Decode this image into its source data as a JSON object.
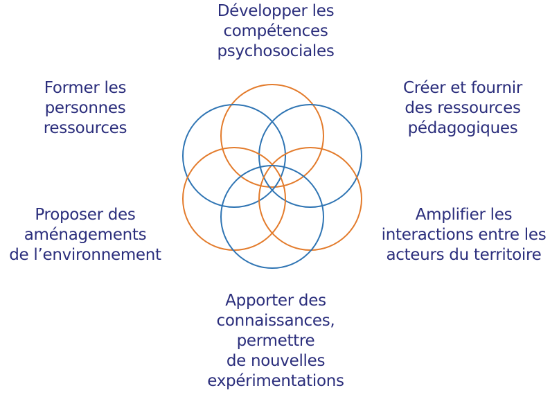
{
  "colors": {
    "text": "#2b2e7c",
    "blue": "#2e74b3",
    "orange": "#e37b2b"
  },
  "labels": {
    "top": [
      "Développer les",
      "compétences",
      "psychosociales"
    ],
    "upper_left": [
      "Former les",
      "personnes",
      "ressources"
    ],
    "upper_right": [
      "Créer et fournir",
      "des ressources",
      "pédagogiques"
    ],
    "lower_left": [
      "Proposer des",
      "aménagements",
      "de l’environnement"
    ],
    "lower_right": [
      "Amplifier les",
      "interactions entre les",
      "acteurs du territoire"
    ],
    "bottom": [
      "Apporter des",
      "connaissances,",
      "permettre",
      "de nouvelles",
      "expérimentations"
    ]
  },
  "rings": [
    {
      "name": "ring-top",
      "color": "orange"
    },
    {
      "name": "ring-upper-left",
      "color": "blue"
    },
    {
      "name": "ring-upper-right",
      "color": "blue"
    },
    {
      "name": "ring-lower-left",
      "color": "orange"
    },
    {
      "name": "ring-lower-right",
      "color": "orange"
    },
    {
      "name": "ring-bottom",
      "color": "blue"
    }
  ]
}
